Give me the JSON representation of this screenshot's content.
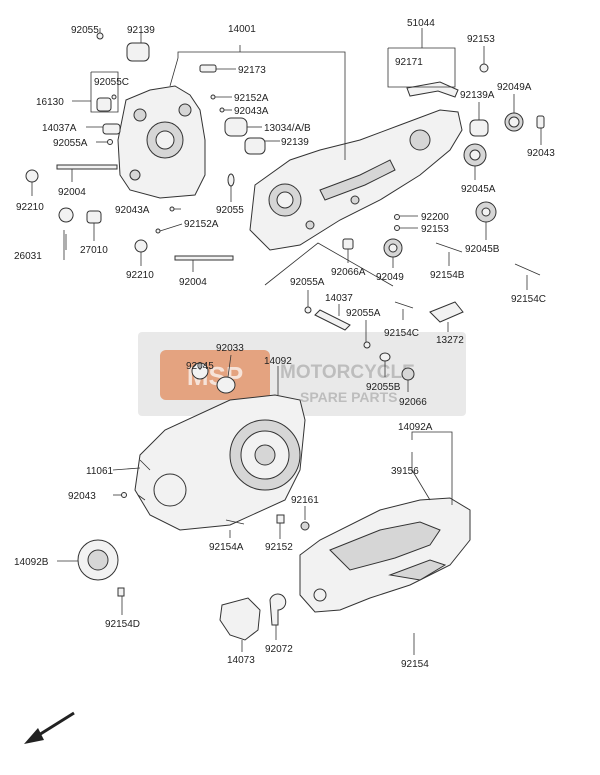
{
  "labels": {
    "l92055": "92055",
    "l92139a": "92139",
    "l14001": "14001",
    "l51044": "51044",
    "l92153a": "92153",
    "l92055c": "92055C",
    "l16130": "16130",
    "l92173": "92173",
    "l92171": "92171",
    "l92152a": "92152A",
    "l92043a": "92043A",
    "l92139aa": "92139A",
    "l92049a": "92049A",
    "l14037a": "14037A",
    "l13034": "13034/A/B",
    "l92055a": "92055A",
    "l92139b": "92139",
    "l92043": "92043",
    "l92004a": "92004",
    "l92045a": "92045A",
    "l92210a": "92210",
    "l92043aa": "92043A",
    "l92055b": "92055",
    "l92200": "92200",
    "l92153b": "92153",
    "l92152ab": "92152A",
    "l92045b": "92045B",
    "l26031": "26031",
    "l27010": "27010",
    "l92210b": "92210",
    "l92004b": "92004",
    "l92066a": "92066A",
    "l92049": "92049",
    "l92154b": "92154B",
    "l92154c": "92154C",
    "l92055ab": "92055A",
    "l14037": "14037",
    "l92055ac": "92055A",
    "l92154cb": "92154C",
    "l13272": "13272",
    "l92033": "92033",
    "l14092": "14092",
    "l92045": "92045",
    "l92055bb": "92055B",
    "l92066": "92066",
    "l14092a": "14092A",
    "l11061": "11061",
    "l39156": "39156",
    "l92043b": "92043",
    "l92161": "92161",
    "l92154a": "92154A",
    "l92152": "92152",
    "l14092b": "14092B",
    "l92154d": "92154D",
    "l14073": "14073",
    "l92072": "92072",
    "l92154": "92154"
  },
  "watermark": {
    "logo": "MSP",
    "line1": "MOTORCYCLE",
    "line2": "SPARE PARTS"
  },
  "colors": {
    "watermark_orange": "#e06a2a",
    "watermark_gray": "#9a9a9a"
  }
}
